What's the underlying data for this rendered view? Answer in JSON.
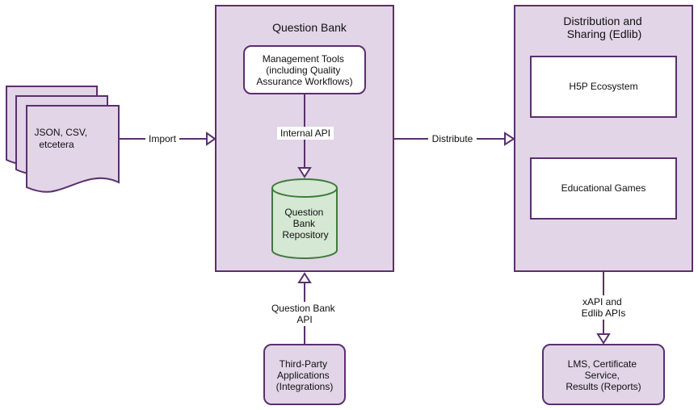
{
  "colors": {
    "stroke": "#5b2f6e",
    "container_fill": "#e1d5e7",
    "box_fill": "#ffffff",
    "db_fill": "#d5e8d4",
    "db_stroke": "#3f7a3b",
    "text": "#111111"
  },
  "nodes": {
    "source_files": {
      "lines": [
        "JSON, CSV,",
        "etcetera"
      ]
    },
    "question_bank": {
      "title": "Question Bank"
    },
    "management_tools": {
      "lines": [
        "Management Tools",
        "(including Quality",
        "Assurance Workflows)"
      ]
    },
    "repository": {
      "lines": [
        "Question",
        "Bank",
        "Repository"
      ]
    },
    "distribution": {
      "title_lines": [
        "Distribution and",
        "Sharing (Edlib)"
      ]
    },
    "h5p": {
      "label": "H5P Ecosystem"
    },
    "games": {
      "label": "Educational Games"
    },
    "third_party": {
      "lines": [
        "Third-Party",
        "Applications",
        "(Integrations)"
      ]
    },
    "lms": {
      "lines": [
        "LMS, Certificate",
        "Service,",
        "Results (Reports)"
      ]
    }
  },
  "edges": {
    "import": {
      "label": "Import"
    },
    "internal_api": {
      "label": "Internal API"
    },
    "distribute": {
      "label": "Distribute"
    },
    "qb_api": {
      "lines": [
        "Question Bank",
        "API"
      ]
    },
    "xapi": {
      "lines": [
        "xAPI and",
        "Edlib APIs"
      ]
    }
  }
}
